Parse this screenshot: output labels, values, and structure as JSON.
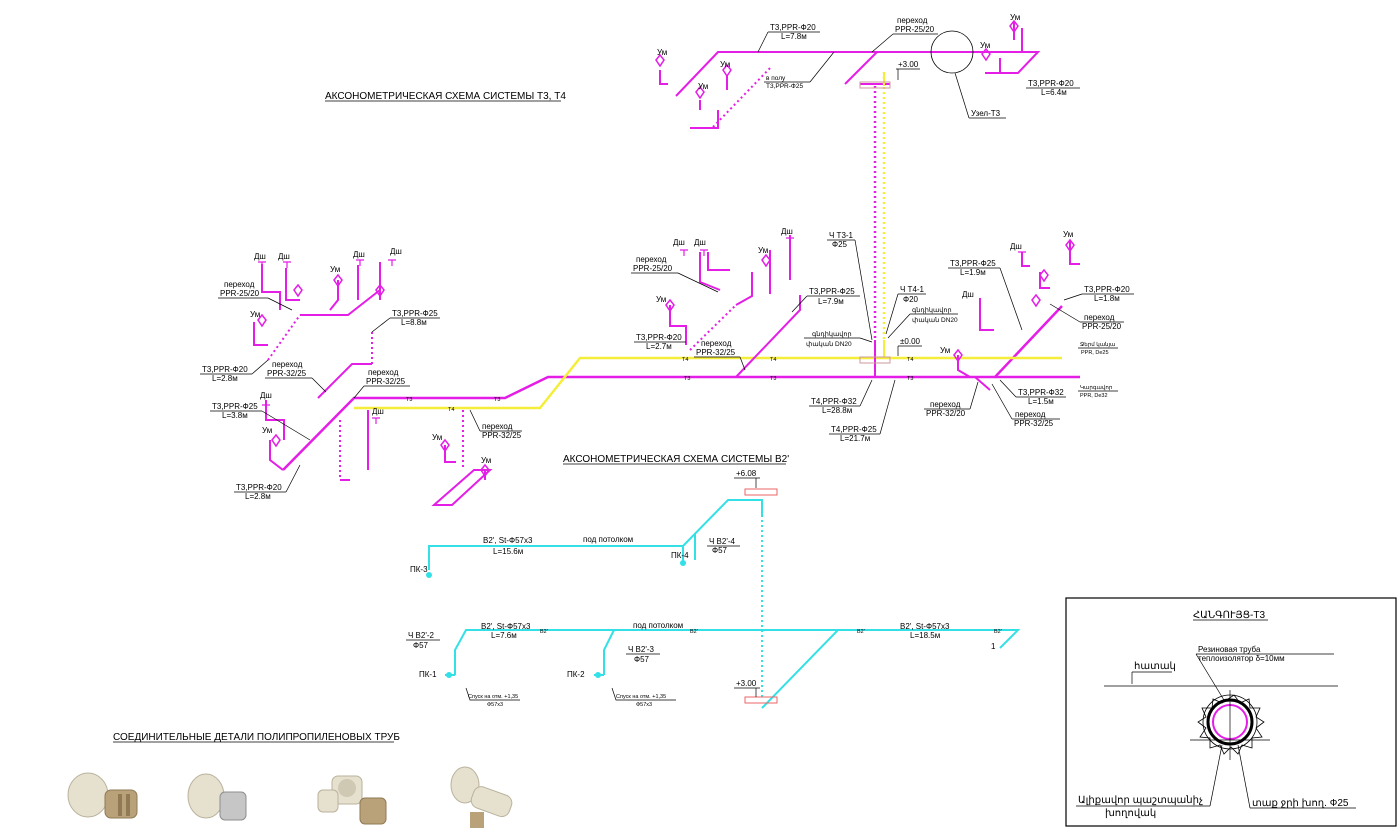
{
  "titles": {
    "t3t4": "АКСОНОМЕТРИЧЕСКАЯ СХЕМА СИСТЕМЫ Т3, Т4",
    "b2": "АКСОНОМЕТРИЧЕСКАЯ СХЕМА СИСТЕМЫ В2'",
    "fittings": "СОЕДИНИТЕЛЬНЫЕ ДЕТАЛИ ПОЛИПРОПИЛЕНОВЫХ ТРУБ"
  },
  "top": {
    "pipe1": "Т3,PPR-Ф20",
    "pipe1_len": "L=7.8м",
    "trans": "переход",
    "trans_val": "PPR-25/20",
    "floor": "в полу",
    "floor_val": "Т3,PPR-Ф25",
    "mark": "+3.00",
    "pipe2": "Т3,PPR-Ф20",
    "pipe2_len": "L=6.4м",
    "node": "Узел-Т3",
    "um": "Ум"
  },
  "left": {
    "dsh": "Дш",
    "um": "Ум",
    "a1": "переход",
    "a1v": "PPR-25/20",
    "a2": "Т3,PPR-Ф25",
    "a2v": "L=8.8м",
    "a3": "Т3,PPR-Ф20",
    "a3v": "L=2.8м",
    "a4": "переход",
    "a4v": "PPR-32/25",
    "a5": "переход",
    "a5v": "PPR-32/25",
    "a6": "Т3,PPR-Ф25",
    "a6v": "L=3.8м",
    "a7": "переход",
    "a7v": "PPR-32/25",
    "a8": "Т3,PPR-Ф20",
    "a8v": "L=2.8м",
    "t3": "Т3",
    "t4": "Т4"
  },
  "mid": {
    "b1": "переход",
    "b1v": "PPR-25/20",
    "b2": "Т3,PPR-Ф25",
    "b2v": "L=7.9м",
    "b3": "Т3,PPR-Ф20",
    "b3v": "L=2.7м",
    "b4": "переход",
    "b4v": "PPR-32/25",
    "c1": "Ч Т3-1",
    "c1v": "Ф25",
    "c2": "Ч Т4-1",
    "c2v": "Ф20",
    "c3": "գնդիկավոր",
    "c3v": "փական DN20",
    "c4": "գնդիկավոր",
    "c4v": "փական DN20",
    "c5": "±0.00",
    "c6": "Т4,PPR-Ф32",
    "c6v": "L=28.8м",
    "c7": "Т4,PPR-Ф25",
    "c7v": "L=21.7м"
  },
  "right": {
    "d1": "Т3,PPR-Ф25",
    "d1v": "L=1.9м",
    "d2": "Т3,PPR-Ф20",
    "d2v": "L=1.8м",
    "d3": "переход",
    "d3v": "PPR-25/20",
    "d4": "Ջերմ կանյա",
    "d4v": "PPR, De25",
    "d5": "Կարգավոր",
    "d5v": "PPR, De32",
    "d6": "Т3,PPR-Ф32",
    "d6v": "L=1.5м",
    "d7": "переход",
    "d7v": "PPR-32/25",
    "d8": "переход",
    "d8v": "PPR-32/20"
  },
  "b2": {
    "mark_top": "+6.08",
    "p1": "В2', St-Ф57x3",
    "p1v": "L=15.6м",
    "ceil1": "под потолком",
    "pk3": "ПК-3",
    "pk4": "ПК-4",
    "v4": "Ч В2'-4",
    "v4v": "Ф57",
    "p2": "В2', St-Ф57x3",
    "p2v": "L=7.6м",
    "ceil2": "под потолком",
    "p3": "В2', St-Ф57x3",
    "p3v": "L=18.5м",
    "v2": "Ч В2'-2",
    "v2v": "Ф57",
    "v3": "Ч В2'-3",
    "v3v": "Ф57",
    "pk1": "ПК-1",
    "pk2": "ПК-2",
    "drop1": "Спуск на отм. +1,35",
    "drop1v": "Ф57x3",
    "drop2": "Спуск на отм. +1,35",
    "drop2v": "Ф57x3",
    "mark_bot": "+3.00",
    "tag": "В2'",
    "one": "1"
  },
  "detail": {
    "title": "ՀԱՆԳՈՒՅՑ-Т3",
    "r1": "Резиновая труба",
    "r2": "теплоизолятор δ=10мм",
    "floor": "հատակ",
    "left1": "Ալիքավոր պաշտպանիչ",
    "left2": "խողովակ",
    "right1": "տաք ջրի խող. Ф25"
  },
  "colors": {
    "t3": "#e41ee6",
    "t4": "#f4ee3a",
    "b2": "#33e0e6"
  }
}
